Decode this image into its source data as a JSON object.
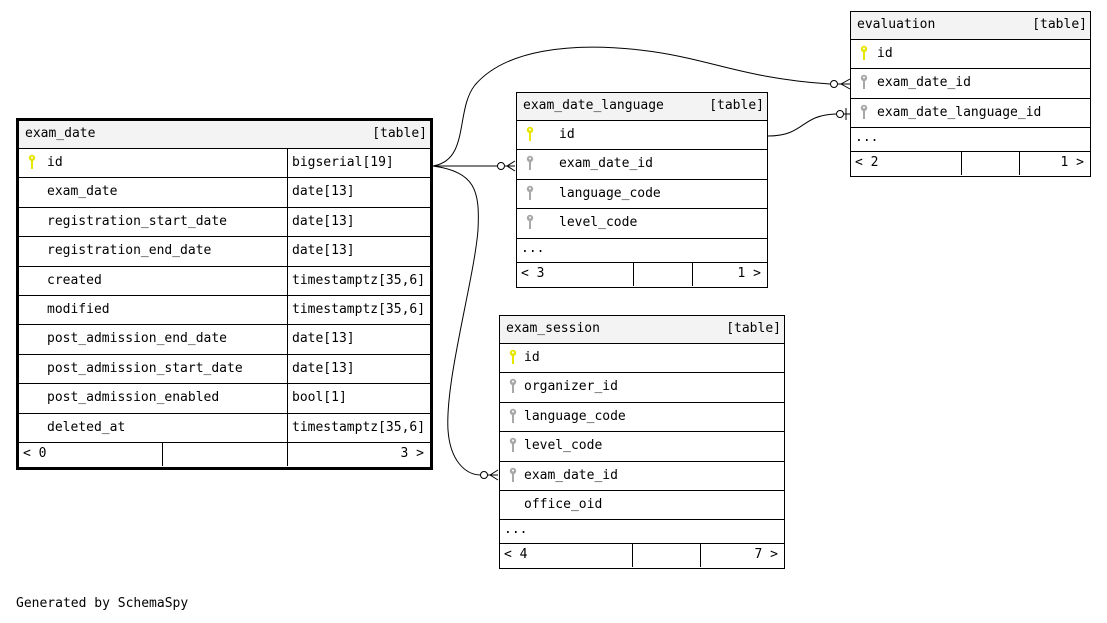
{
  "generator": "Generated by SchemaSpy",
  "tables": {
    "exam_date": {
      "name": "exam_date",
      "type": "[table]",
      "columns": [
        {
          "name": "id",
          "type": "bigserial[19]",
          "key": "primary"
        },
        {
          "name": "exam_date",
          "type": "date[13]",
          "key": "none"
        },
        {
          "name": "registration_start_date",
          "type": "date[13]",
          "key": "none"
        },
        {
          "name": "registration_end_date",
          "type": "date[13]",
          "key": "none"
        },
        {
          "name": "created",
          "type": "timestamptz[35,6]",
          "key": "none"
        },
        {
          "name": "modified",
          "type": "timestamptz[35,6]",
          "key": "none"
        },
        {
          "name": "post_admission_end_date",
          "type": "date[13]",
          "key": "none"
        },
        {
          "name": "post_admission_start_date",
          "type": "date[13]",
          "key": "none"
        },
        {
          "name": "post_admission_enabled",
          "type": "bool[1]",
          "key": "none"
        },
        {
          "name": "deleted_at",
          "type": "timestamptz[35,6]",
          "key": "none"
        }
      ],
      "footer_left": "< 0",
      "footer_right": "3 >"
    },
    "exam_date_language": {
      "name": "exam_date_language",
      "type": "[table]",
      "columns": [
        {
          "name": "id",
          "key": "primary"
        },
        {
          "name": "exam_date_id",
          "key": "foreign"
        },
        {
          "name": "language_code",
          "key": "foreign"
        },
        {
          "name": "level_code",
          "key": "foreign"
        }
      ],
      "more": "...",
      "footer_left": "< 3",
      "footer_right": "1 >"
    },
    "evaluation": {
      "name": "evaluation",
      "type": "[table]",
      "columns": [
        {
          "name": "id",
          "key": "primary"
        },
        {
          "name": "exam_date_id",
          "key": "foreign"
        },
        {
          "name": "exam_date_language_id",
          "key": "foreign"
        }
      ],
      "more": "...",
      "footer_left": "< 2",
      "footer_right": "1 >"
    },
    "exam_session": {
      "name": "exam_session",
      "type": "[table]",
      "columns": [
        {
          "name": "id",
          "key": "primary"
        },
        {
          "name": "organizer_id",
          "key": "foreign"
        },
        {
          "name": "language_code",
          "key": "foreign"
        },
        {
          "name": "level_code",
          "key": "foreign"
        },
        {
          "name": "exam_date_id",
          "key": "foreign"
        },
        {
          "name": "office_oid",
          "key": "none"
        }
      ],
      "more": "...",
      "footer_left": "< 4",
      "footer_right": "7 >"
    }
  },
  "relationships": [
    {
      "from": "exam_date.id",
      "to": "exam_date_language.exam_date_id"
    },
    {
      "from": "exam_date.id",
      "to": "evaluation.exam_date_id"
    },
    {
      "from": "exam_date.id",
      "to": "exam_session.exam_date_id"
    },
    {
      "from": "exam_date_language.id",
      "to": "evaluation.exam_date_language_id"
    }
  ],
  "colors": {
    "primary_key": "#e6e600",
    "foreign_key": "#a8a8a8",
    "header_bg": "#f3f3f3"
  }
}
